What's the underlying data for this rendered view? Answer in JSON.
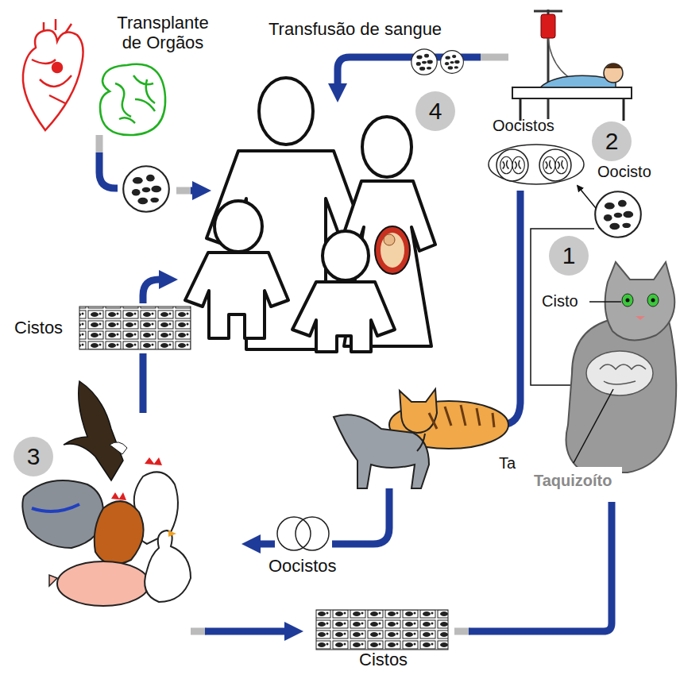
{
  "diagram": {
    "nodes": [
      {
        "text": [
          "4"
        ]
      },
      {
        "text": [
          "2"
        ]
      },
      {
        "text": [
          "1"
        ]
      },
      {
        "text": [
          "3"
        ]
      }
    ],
    "labels": [
      "Transplante de Orgãos",
      "Transfusão de sangue",
      "Oocistos",
      "Oocisto",
      "Cisto",
      "Cistos",
      "Ta",
      "Taquizoíto",
      "Oocistos",
      "Cistos"
    ]
  }
}
